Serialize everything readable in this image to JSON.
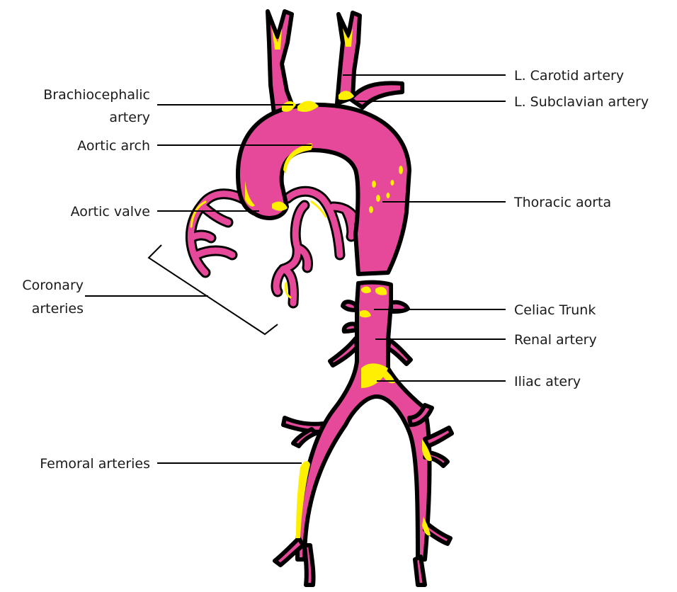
{
  "diagram": {
    "colors": {
      "vessel": "#e6499a",
      "highlight": "#ffef00",
      "outline": "#000000",
      "text": "#1a1a1a"
    },
    "labels": {
      "brachiocephalic_1": "Brachiocephalic",
      "brachiocephalic_2": "artery",
      "aortic_arch": "Aortic arch",
      "aortic_valve": "Aortic valve",
      "coronary_1": "Coronary",
      "coronary_2": "arteries",
      "femoral": "Femoral arteries",
      "l_carotid": "L. Carotid artery",
      "l_subclavian": "L. Subclavian artery",
      "thoracic_aorta": "Thoracic aorta",
      "celiac_trunk": "Celiac Trunk",
      "renal_artery": "Renal artery",
      "iliac": "Iliac atery"
    }
  }
}
